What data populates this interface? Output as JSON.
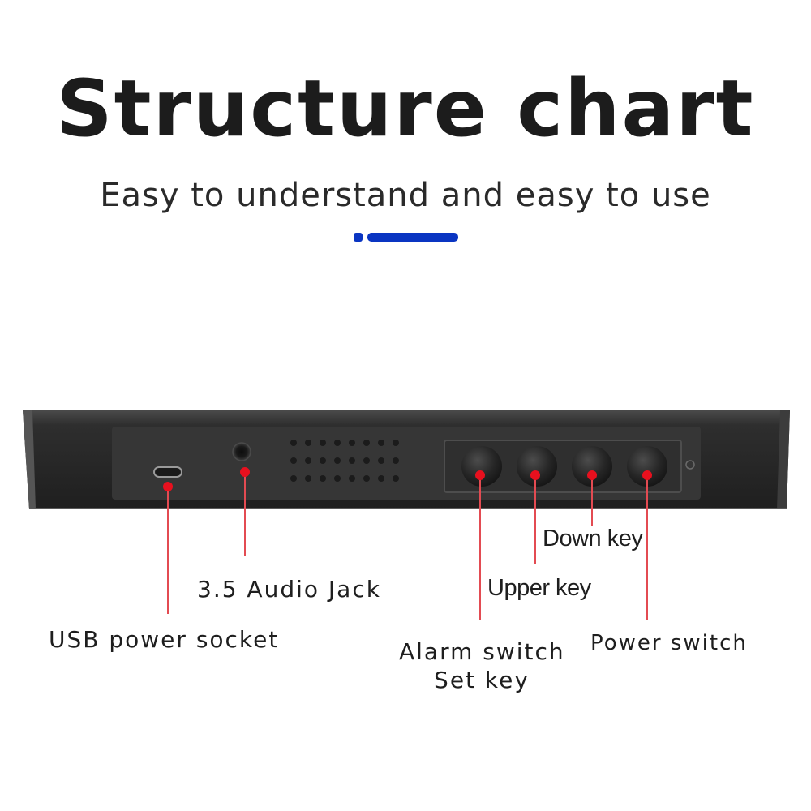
{
  "header": {
    "title": "Structure chart",
    "subtitle": "Easy to understand and easy to use"
  },
  "colors": {
    "accent": "#0a35c2",
    "marker": "#e8101e",
    "leader": "#e34b52",
    "device_body": "#2b2b2b",
    "panel": "#3a3a3a"
  },
  "callouts": {
    "usb_power_socket": "USB power socket",
    "audio_jack": "3.5 Audio Jack",
    "alarm_switch": "Alarm switch",
    "set_key": "Set key",
    "upper_key": "Upper key",
    "down_key": "Down key",
    "power_switch": "Power switch"
  }
}
